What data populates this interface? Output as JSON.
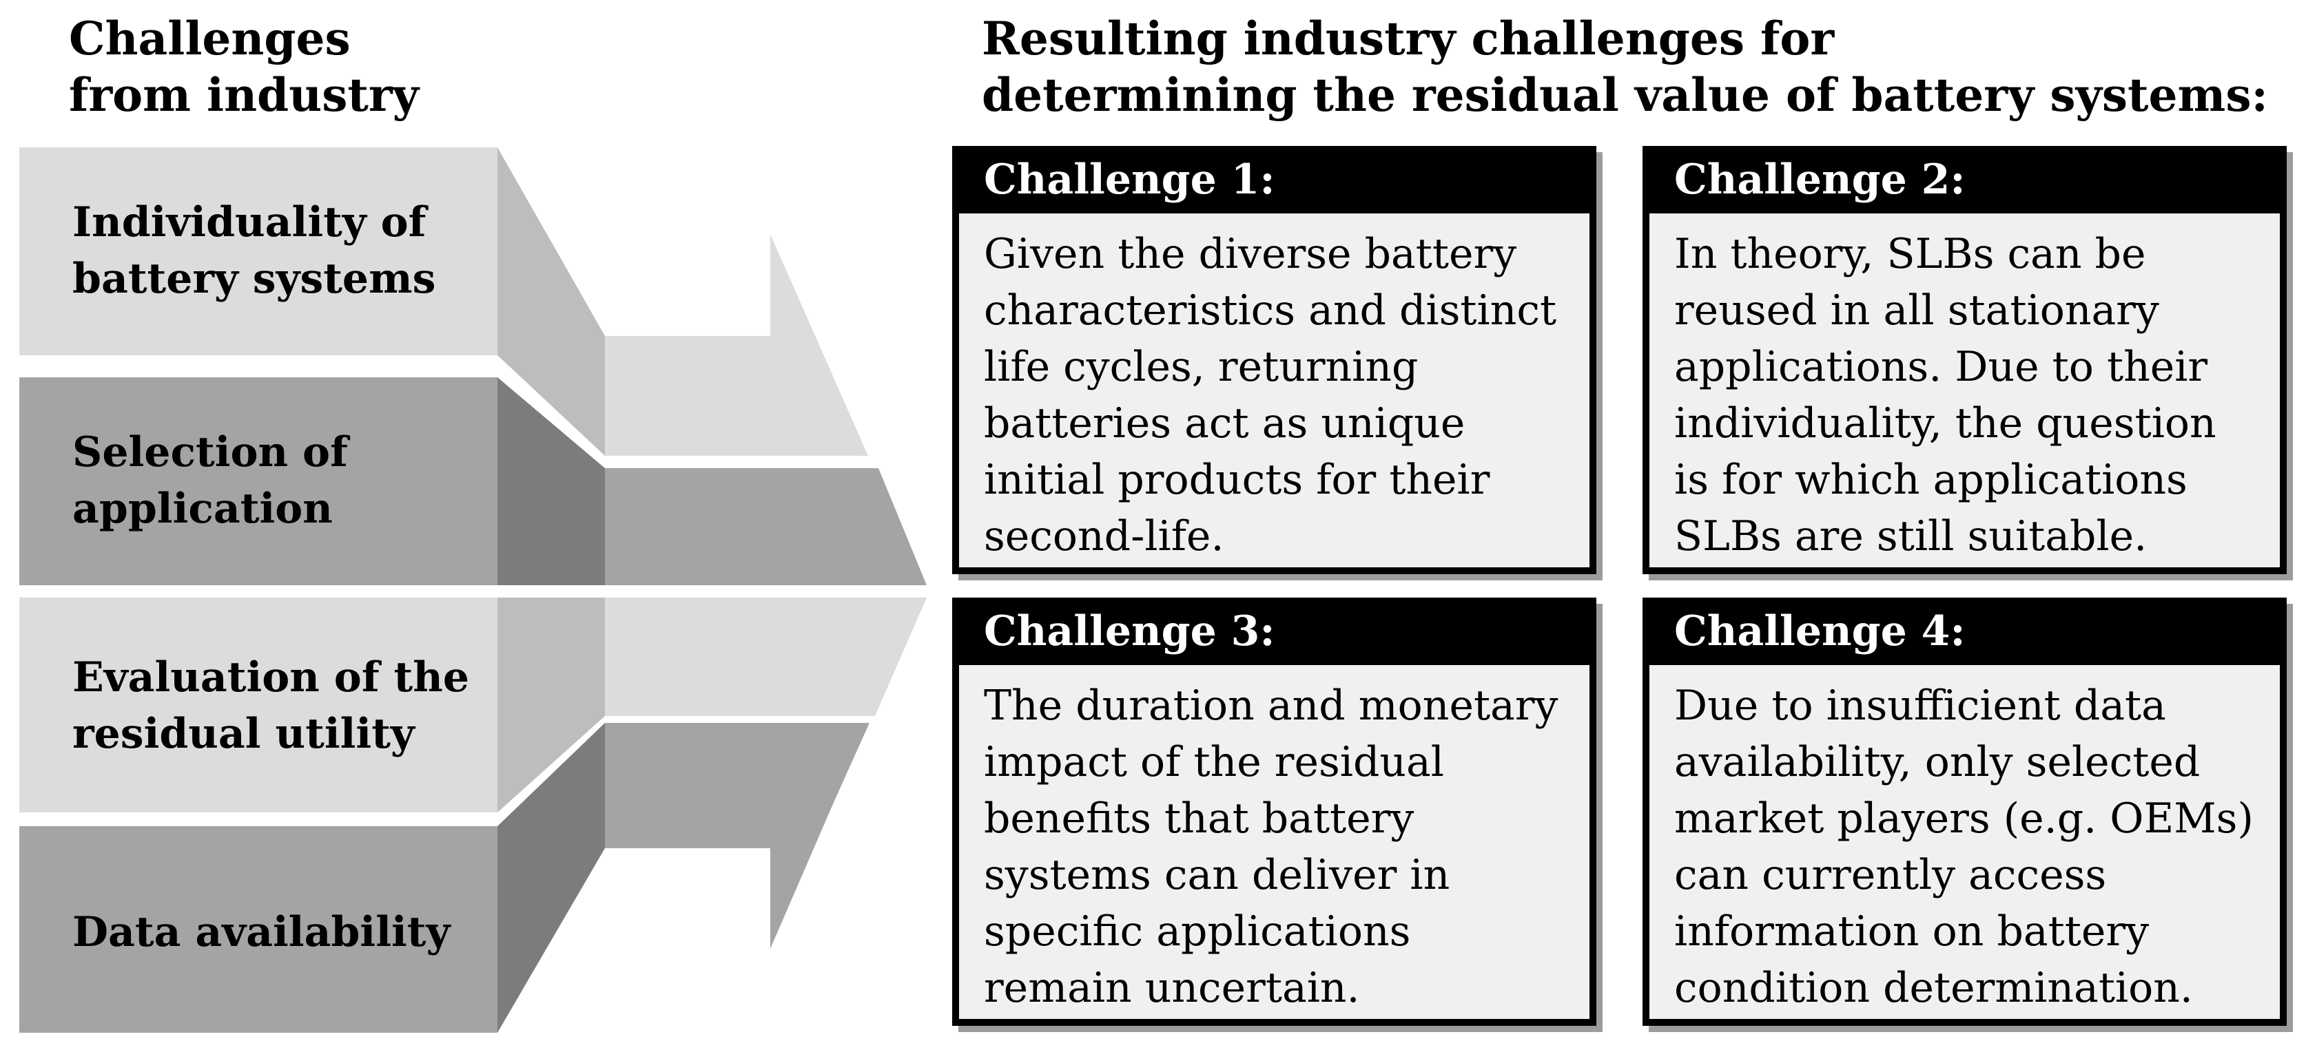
{
  "left_title": "Challenges\nfrom industry",
  "right_title": "Resulting industry challenges for\ndetermining the residual value of battery systems:",
  "flows": [
    {
      "label": "Individuality of\nbattery systems"
    },
    {
      "label": "Selection of\napplication"
    },
    {
      "label": "Evaluation of the\nresidual utility"
    },
    {
      "label": "Data availability"
    }
  ],
  "challenges": [
    {
      "title": "Challenge 1:",
      "text": "Given the diverse battery\ncharacteristics and distinct\nlife cycles, returning\nbatteries act as unique\ninitial products for their\nsecond-life."
    },
    {
      "title": "Challenge 2:",
      "text": "In theory, SLBs can be\nreused in all stationary\napplications. Due to their\nindividuality, the question\nis for which applications\nSLBs are still suitable."
    },
    {
      "title": "Challenge 3:",
      "text": "The duration and monetary\nimpact of the residual\nbenefits that battery\nsystems can deliver in\nspecific applications\nremain uncertain."
    },
    {
      "title": "Challenge 4:",
      "text": "Due to insufficient data\navailability, only selected\nmarket players (e.g. OEMs)\ncan currently access\ninformation on battery\ncondition determination."
    }
  ],
  "colors": {
    "light_face": "#dcdcdc",
    "light_side": "#bdbdbd",
    "dark_face": "#a4a4a4",
    "dark_side": "#7c7c7c",
    "card_shadow": "#9c9c9c"
  }
}
